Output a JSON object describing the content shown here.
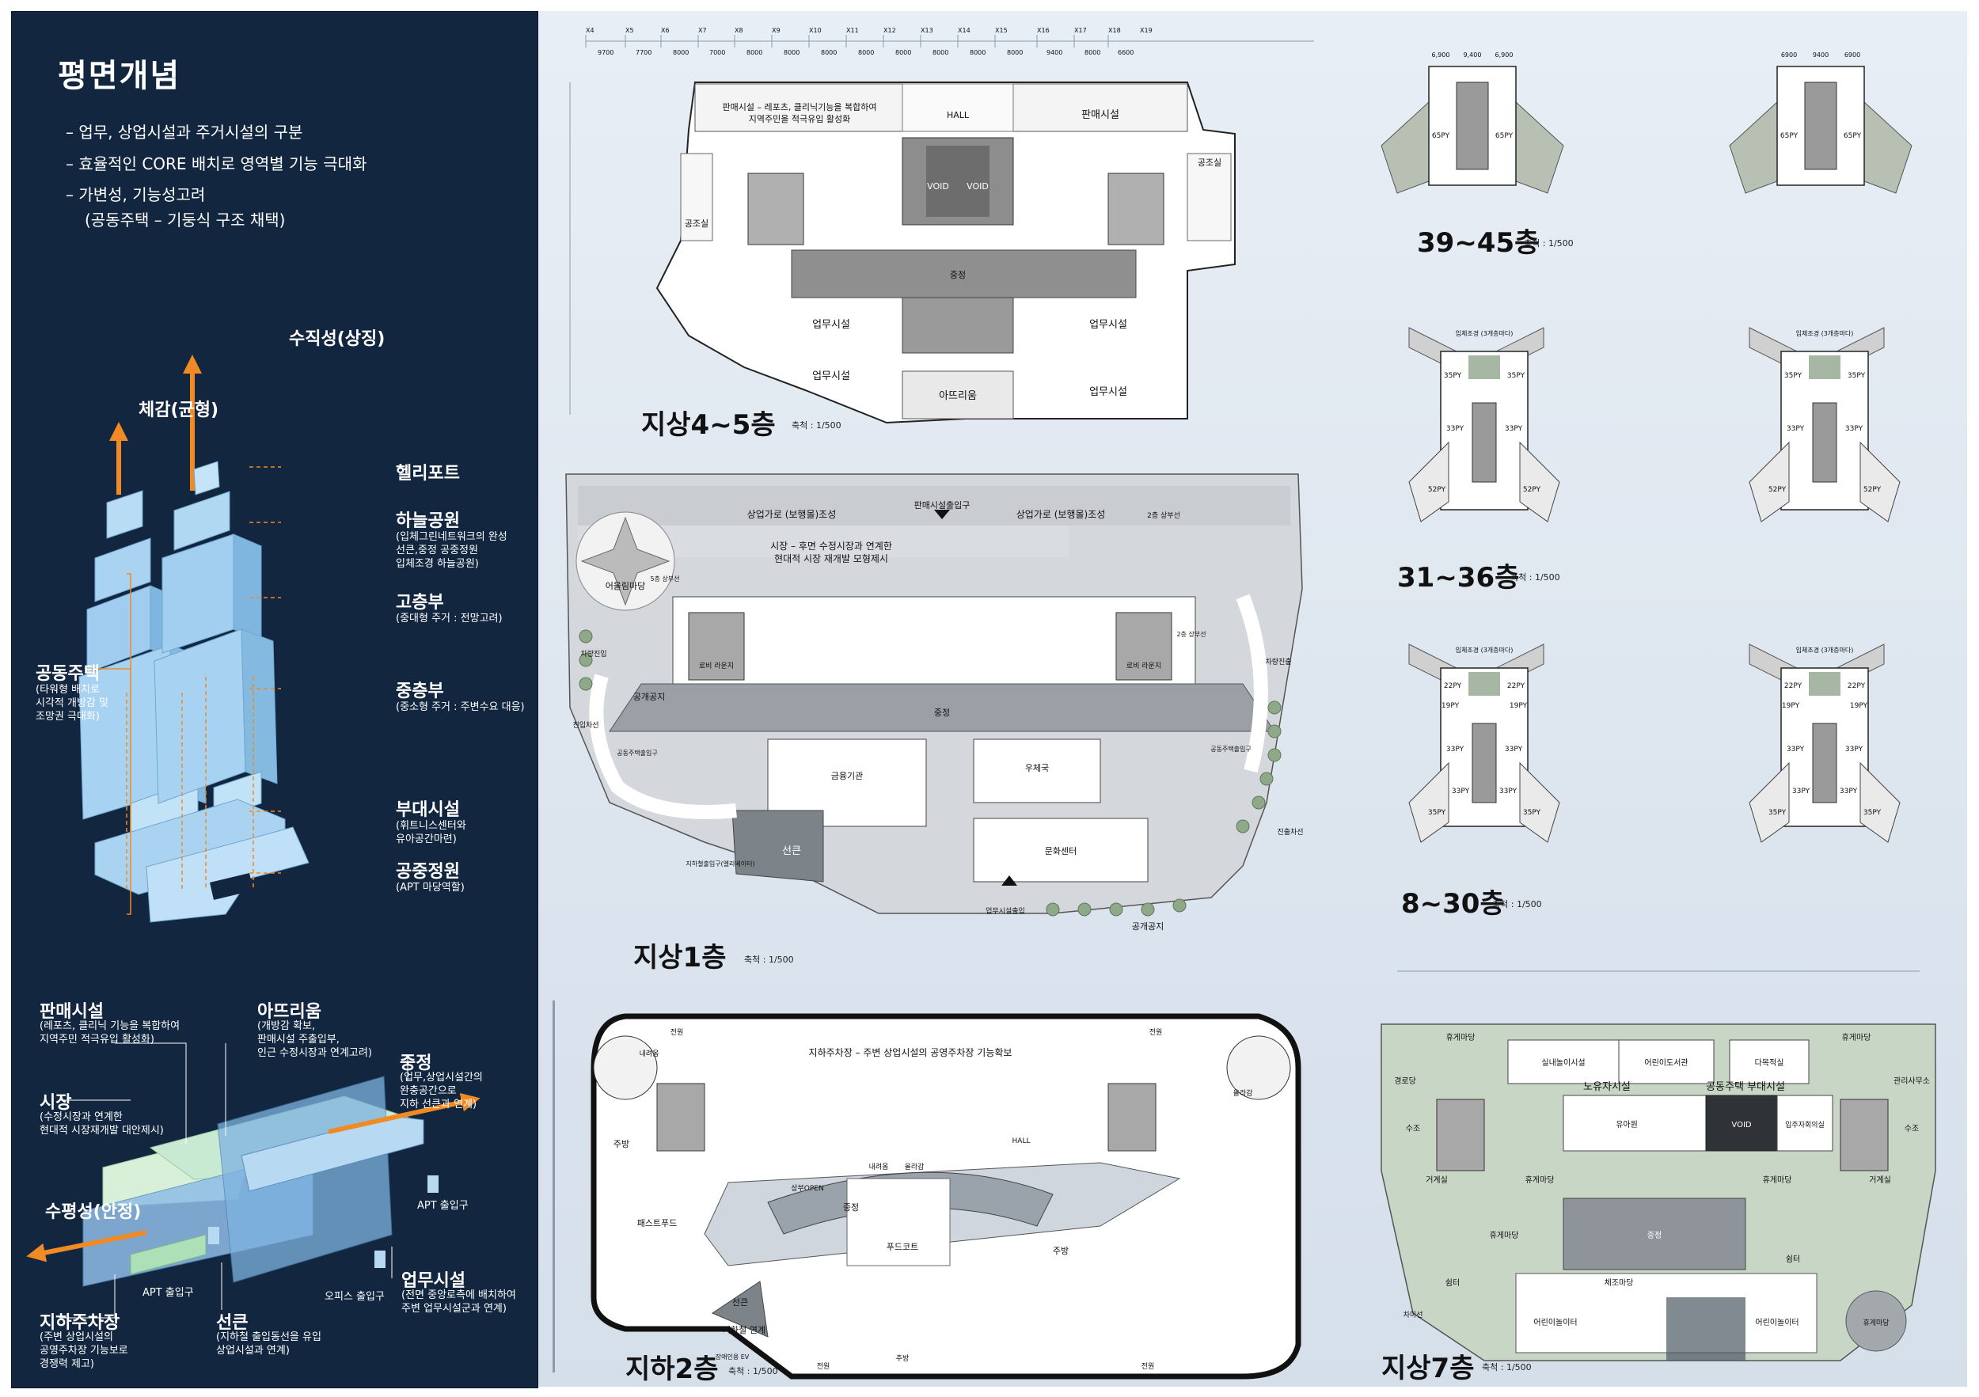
{
  "concept": {
    "title": "평면개념",
    "bullets": [
      "– 업무, 상업시설과 주거시설의 구분",
      "– 효율적인 CORE 배치로 영역별 기능 극대화",
      "– 가변성, 기능성고려",
      "(공동주택 – 기둥식 구조 채택)"
    ],
    "arrow_vertical": "수직성(상징)",
    "arrow_balance": "체감(균형)",
    "heliport": "헬리포트",
    "sky_park": "하늘공원",
    "sky_park_desc": [
      "(입체그린네트워크의 완성",
      "선큰,중정   공중정원",
      "입체조경   하늘공원)"
    ],
    "high_floors": "고층부",
    "high_floors_desc": "(중대형 주거 : 전망고려)",
    "mid_floors": "중층부",
    "mid_floors_desc": "(중소형 주거 : 주변수요 대응)",
    "apartment": "공동주택",
    "apartment_desc": [
      "(타워형 배치로",
      "시각적 개방감 및",
      "조망권 극대화)"
    ],
    "amenity": "부대시설",
    "amenity_desc": [
      "(휘트니스센터와",
      "유아공간마련)"
    ],
    "garden": "공중정원",
    "garden_desc": "(APT 마당역할)",
    "retail": "판매시설",
    "retail_desc": [
      "(레포츠, 클리닉 기능을 복합하여",
      "지역주민 적극유입 활성화)"
    ],
    "atrium": "아뜨리움",
    "atrium_desc": [
      "(개방감 확보,",
      "판매시설 주출입부,",
      "인근 수정시장과 연계고려)"
    ],
    "courtyard": "중정",
    "courtyard_desc": [
      "(업무,상업시설간의",
      "완충공간으로",
      "지하 선큰과 연계)"
    ],
    "market": "시장",
    "market_desc": [
      "(수정시장과 연계한",
      "현대적 시장재개발 대안제시)"
    ],
    "horizontal": "수평성(안정)",
    "apt_entrance": "APT 출입구",
    "apt_entrance_2": "APT 출입구",
    "office_entrance": "오피스 출입구",
    "office": "업무시설",
    "office_desc": [
      "(전면 중앙로측에 배치하여",
      "주변 업무시설군과 연계)"
    ],
    "parking": "지하주차장",
    "parking_desc": [
      "(주변 상업시설의",
      "공영주차장 기능보로",
      "경쟁력 제고)"
    ],
    "sunken": "선큰",
    "sunken_desc": [
      "(지하철 출입동선을 유입",
      "상업시설과 연계)"
    ]
  },
  "plans": {
    "f45": {
      "title": "지상4~5층",
      "scale": "축척 : 1/500",
      "grid_top": [
        "X4",
        "X5",
        "X6",
        "X7",
        "X8",
        "X9",
        "X10",
        "X11",
        "X12",
        "X13",
        "X14",
        "X15",
        "X16",
        "X17",
        "X18",
        "X19"
      ],
      "grid_dims": [
        "9700",
        "7700",
        "8000",
        "7000",
        "8000",
        "8000",
        "8000",
        "8000",
        "8000",
        "8000",
        "8000",
        "8000",
        "9400",
        "8000",
        "6600"
      ],
      "labels": [
        "판매시설 – 레포츠, 클리닉기능을 복합하여",
        "지역주민을 적극유입 활성화",
        "HALL",
        "판매시설",
        "VOID",
        "VOID",
        "공조실",
        "공조실",
        "중정",
        "업무시설",
        "업무시설",
        "업무시설",
        "아뜨리움",
        "업무시설"
      ]
    },
    "f1": {
      "title": "지상1층",
      "scale": "축척 : 1/500",
      "labels": [
        "상업가로 (보행몰)조성",
        "판매시설출입구",
        "상업가로 (보행몰)조성",
        "2층 상부선",
        "시장 – 후면 수정시장과 연계한",
        "현대적 시장 재개발 모형제시",
        "어울림마당",
        "5층 상부선",
        "차량진입",
        "공개공지",
        "로비 라운지",
        "로비 라운지",
        "차량진출",
        "진입차선",
        "중정",
        "공동주택출입구",
        "금융기관",
        "우체국",
        "공동주택출입구",
        "진출차선",
        "선큰",
        "문화센터",
        "지하철출입구(엘리베이터)",
        "업무시설출입",
        "공개공지",
        "2층 상부선"
      ]
    },
    "b2": {
      "title": "지하2층",
      "scale": "축척 : 1/500",
      "labels": [
        "지하주차장 – 주변 상업시설의 공영주차장 기능확보",
        "전원",
        "전원",
        "내려옴",
        "올라감",
        "주방",
        "HALL",
        "내려옴",
        "올라감",
        "상부OPEN",
        "중정",
        "패스트푸드",
        "푸드코트",
        "주방",
        "선큰",
        "지하철 연계",
        "주방",
        "전원",
        "전원",
        "장애인용 EV"
      ]
    },
    "f7": {
      "title": "지상7층",
      "scale": "축척 : 1/500",
      "labels": [
        "휴게마당",
        "실내놀이시설",
        "어린이도서관",
        "다목적실",
        "휴게마당",
        "경로당",
        "노유자시설",
        "공동주택 부대시설",
        "관리사무소",
        "유아원",
        "VOID",
        "입주자회의실",
        "수조",
        "수조",
        "휴게마당",
        "휴게마당",
        "휴게마당",
        "거계실",
        "거계실",
        "중정",
        "쉼터",
        "쉼터",
        "체조마당",
        "어린이놀이터",
        "어린이놀이터",
        "휴게마당",
        "차미선"
      ]
    },
    "f3945": {
      "title": "39~45층",
      "scale": "축척 : 1/500",
      "units": [
        "65PY",
        "65PY",
        "65PY",
        "65PY"
      ],
      "dims": [
        "6,900",
        "9,400",
        "6,900",
        "6900",
        "9400",
        "6900"
      ]
    },
    "f3136": {
      "title": "31~36층",
      "scale": "축척 : 1/500",
      "feature": "입체조경 (3개층마다)",
      "units": [
        "35PY",
        "35PY",
        "33PY",
        "33PY",
        "52PY",
        "52PY",
        "35PY",
        "35PY",
        "33PY",
        "33PY",
        "52PY",
        "52PY"
      ]
    },
    "f830": {
      "title": "8~30층",
      "scale": "축척 : 1/500",
      "feature": "입체조경 (3개층마다)",
      "units": [
        "22PY",
        "22PY",
        "19PY",
        "19PY",
        "33PY",
        "33PY",
        "35PY",
        "35PY",
        "33PY",
        "33PY",
        "22PY",
        "22PY",
        "19PY",
        "19PY",
        "33PY",
        "33PY",
        "35PY",
        "35PY",
        "33PY",
        "33PY"
      ]
    }
  }
}
